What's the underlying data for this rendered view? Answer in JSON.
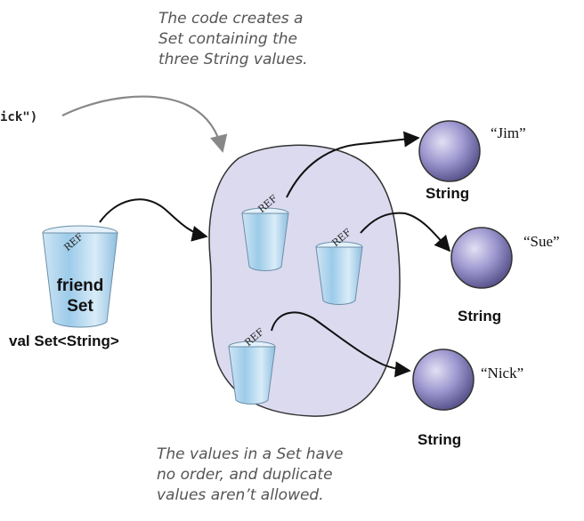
{
  "notes": {
    "top": [
      "The code creates a",
      "Set containing the",
      "three String values."
    ],
    "bottom": [
      "The values in a Set have",
      "no order, and duplicate",
      "values aren’t allowed."
    ]
  },
  "code_fragment": "ick\")",
  "variable": {
    "name": "friend",
    "type_word": "Set",
    "declaration": "val Set<String>"
  },
  "ref_label": "REF",
  "strings": [
    {
      "value": "“Jim”",
      "type": "String"
    },
    {
      "value": "“Sue”",
      "type": "String"
    },
    {
      "value": "“Nick”",
      "type": "String"
    }
  ],
  "colors": {
    "set_blob": "#dcdaef",
    "sphere": "#8e88c4",
    "cup": "#a9cde6",
    "arrow": "#111111",
    "note_arrow": "#888888"
  }
}
